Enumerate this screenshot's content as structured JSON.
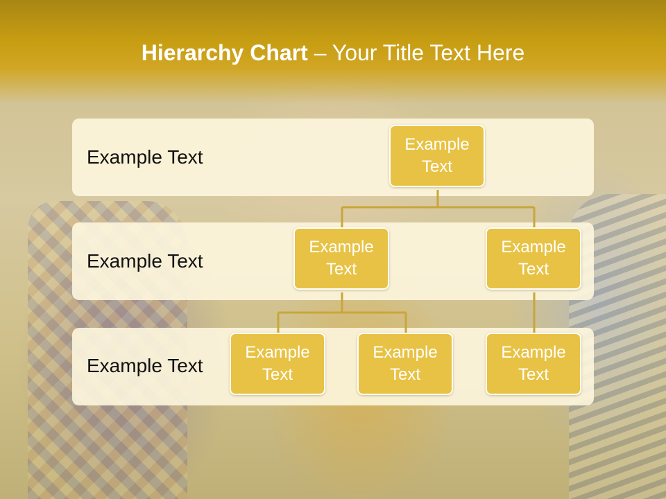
{
  "title": {
    "bold": "Hierarchy Chart",
    "rest": " – Your Title Text Here"
  },
  "levels": [
    {
      "label": "Example Text"
    },
    {
      "label": "Example Text"
    },
    {
      "label": "Example Text"
    }
  ],
  "nodes": {
    "root": "Example Text",
    "l2_left": "Example Text",
    "l2_right": "Example Text",
    "l3_a": "Example Text",
    "l3_b": "Example Text",
    "l3_c": "Example Text"
  },
  "colors": {
    "header": "#c79d12",
    "node_fill": "#e8c244",
    "band_fill": "#fdf6de",
    "connector": "#c9a63a"
  }
}
